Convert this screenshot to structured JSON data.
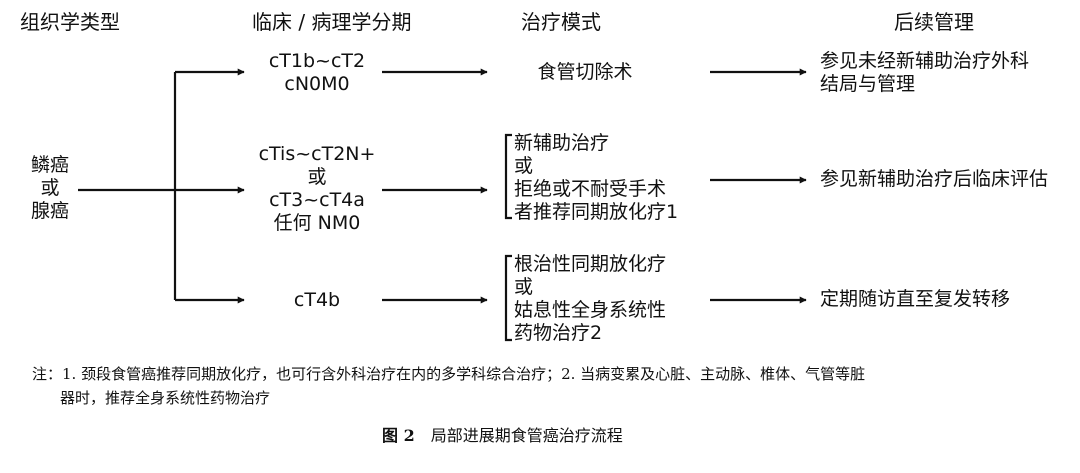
{
  "headers": {
    "col1": "组织学类型",
    "col2": "临床 / 病理学分期",
    "col3": "治疗模式",
    "col4": "后续管理"
  },
  "root": [
    "鳞癌",
    "或",
    "腺癌"
  ],
  "stages": {
    "a": [
      "cT1b~cT2",
      "cN0M0"
    ],
    "b": [
      "cTis~cT2N+",
      "或",
      "cT3~cT4a",
      "任何 NM0"
    ],
    "c": [
      "cT4b"
    ]
  },
  "treatments": {
    "a": [
      "食管切除术"
    ],
    "b": [
      "新辅助治疗",
      "或",
      "拒绝或不耐受手术",
      "者推荐同期放化疗1"
    ],
    "c": [
      "根治性同期放化疗",
      "或",
      "姑息性全身系统性",
      "药物治疗2"
    ]
  },
  "followups": {
    "a": [
      "参见未经新辅助治疗外科",
      "结局与管理"
    ],
    "b": [
      "参见新辅助治疗后临床评估"
    ],
    "c": [
      "定期随访直至复发转移"
    ]
  },
  "footnote": {
    "line1": "注：1. 颈段食管癌推荐同期放化疗，也可行含外科治疗在内的多学科综合治疗；2. 当病变累及心脏、主动脉、椎体、气管等脏",
    "line2": "器时，推荐全身系统性药物治疗"
  },
  "caption": {
    "label": "图 2",
    "text": "局部进展期食管癌治疗流程"
  },
  "colors": {
    "ink": "#111111",
    "background": "#ffffff"
  }
}
